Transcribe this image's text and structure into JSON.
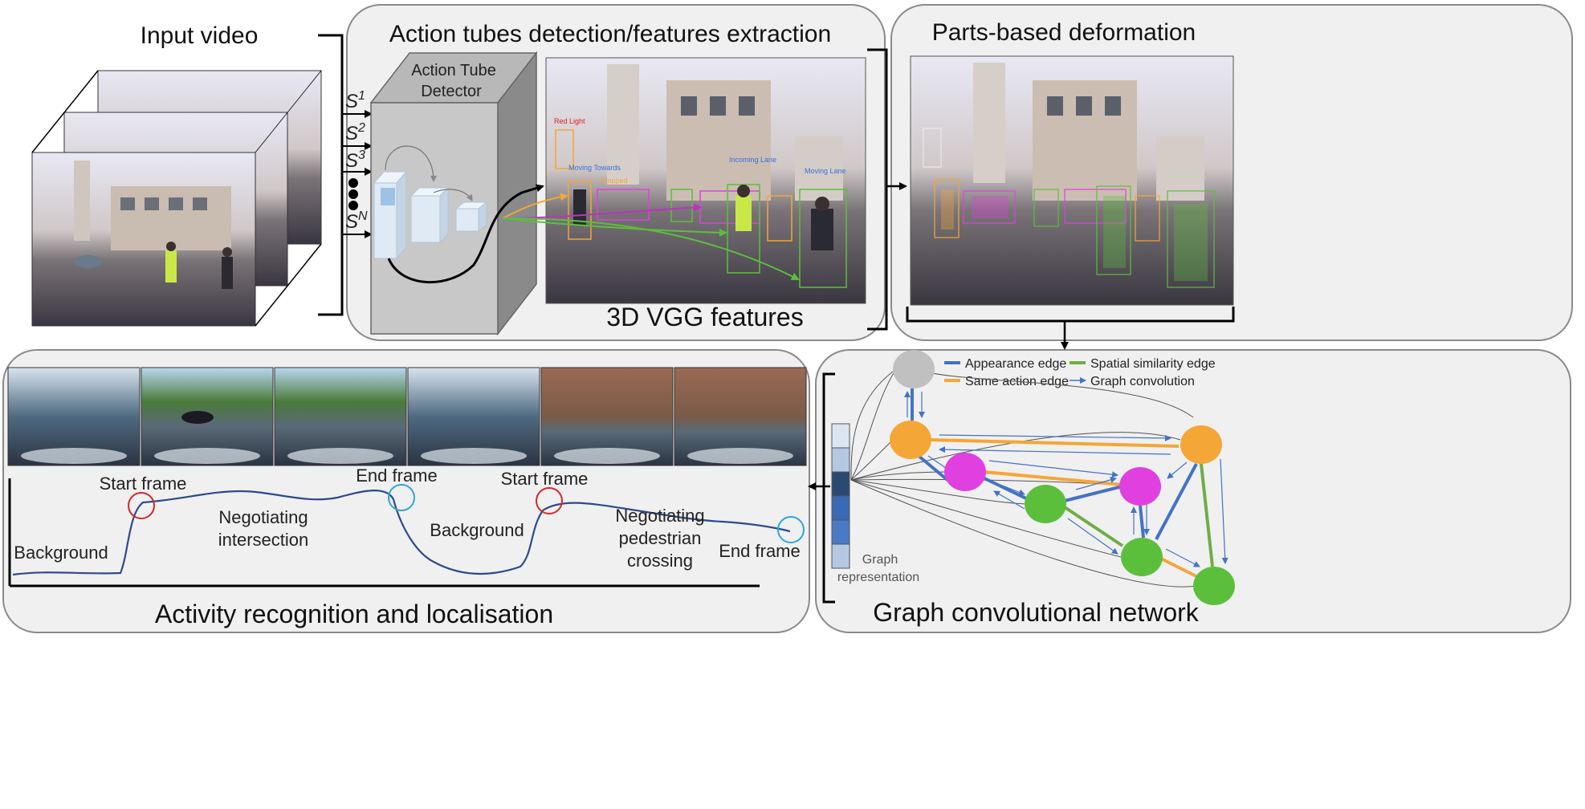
{
  "titles": {
    "input_video": "Input video",
    "action_tubes": "Action tubes detection/features extraction",
    "parts_based": "Parts-based deformation",
    "activity": "Activity recognition and localisation",
    "gcn": "Graph convolutional network"
  },
  "detector": {
    "label_line1": "Action Tube",
    "label_line2": "Detector",
    "features_label": "3D VGG features"
  },
  "streams": {
    "s1_base": "S",
    "s1_sup": "1",
    "s2_base": "S",
    "s2_sup": "2",
    "s3_base": "S",
    "s3_sup": "3",
    "sn_base": "S",
    "sn_sup": "N"
  },
  "detections": {
    "red_light": "Red Light",
    "moving_toward": "Moving Towards",
    "incoming_lane": "Incoming Lane",
    "moving_lane": "Moving Lane",
    "stopped": "Stopped"
  },
  "legend": {
    "appearance": "Appearance edge",
    "spatial": "Spatial similarity edge",
    "same_action": "Same action edge",
    "graph_conv": "Graph convolution"
  },
  "graph_representation": {
    "line1": "Graph",
    "line2": "representation"
  },
  "timeline": {
    "start_frame_1": "Start frame",
    "end_frame_1": "End frame",
    "start_frame_2": "Start frame",
    "end_frame_2": "End frame",
    "background_1": "Background",
    "negotiating_1_l1": "Negotiating",
    "negotiating_1_l2": "intersection",
    "background_2": "Background",
    "negotiating_2_l1": "Negotiating",
    "negotiating_2_l2": "pedestrian",
    "negotiating_2_l3": "crossing"
  },
  "colors": {
    "panel_bg": "#f0f0f0",
    "panel_border": "#8a8a8a",
    "appearance": "#4472c4",
    "spatial": "#70ad47",
    "same_action": "#f4a637",
    "node_orange": "#f4a637",
    "node_magenta": "#e040e0",
    "node_green": "#5cbf3c",
    "node_gray": "#c0c0c0",
    "curve": "#2d4a8a",
    "start_circle": "#d62728",
    "end_circle": "#2aa7d8"
  }
}
